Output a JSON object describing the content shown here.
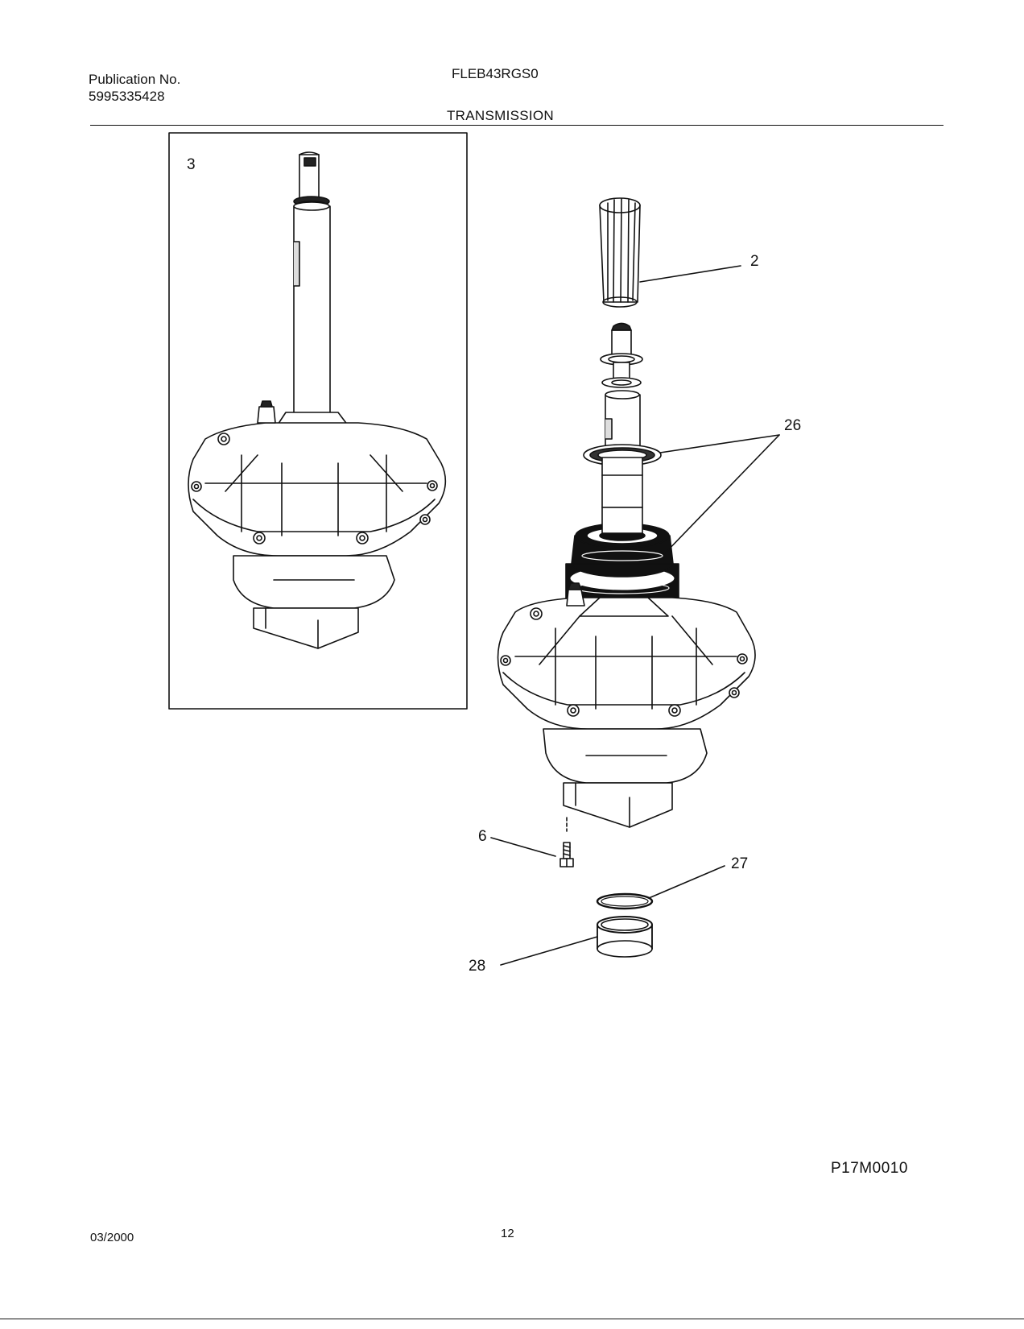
{
  "header": {
    "publication_label": "Publication No.",
    "publication_number": "5995335428",
    "model": "FLEB43RGS0",
    "section_title": "TRANSMISSION"
  },
  "callouts": {
    "c3": "3",
    "c2": "2",
    "c26": "26",
    "c6": "6",
    "c27": "27",
    "c28": "28"
  },
  "footer": {
    "figure_code": "P17M0010",
    "date": "03/2000",
    "page_number": "12"
  }
}
